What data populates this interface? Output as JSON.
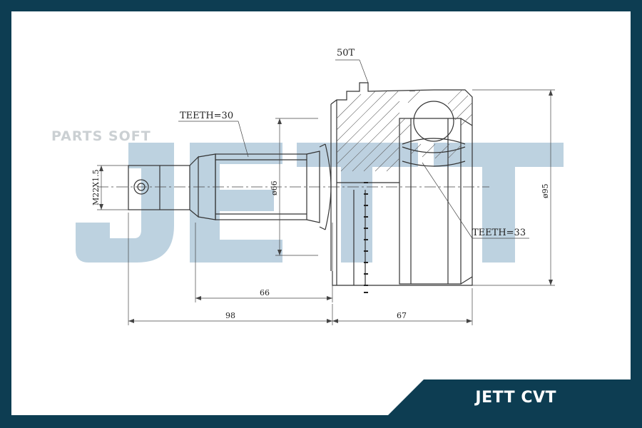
{
  "watermark": {
    "text": "PARTS SOFT",
    "logo_letters": "JETT"
  },
  "brand": {
    "label": "JETT CVT"
  },
  "colors": {
    "frame": "#0d3d52",
    "logo": "#b6cddd",
    "line": "#333333"
  },
  "callouts": {
    "teeth_shaft": "TEETH=30",
    "teeth_inner": "TEETH=33",
    "abs_ring": "50T",
    "thread": "M22X1.5"
  },
  "dimensions": {
    "shaft_diameter": "ø66",
    "housing_diameter": "ø95",
    "length_66": "66",
    "length_98": "98",
    "length_67": "67"
  }
}
